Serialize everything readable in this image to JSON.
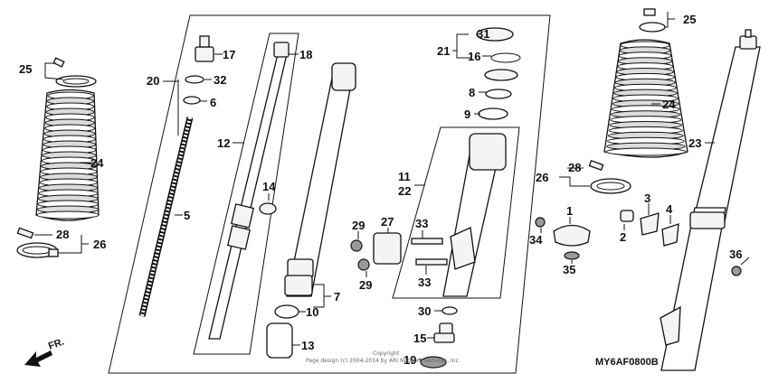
{
  "callouts": [
    {
      "id": "c1",
      "text": "1"
    },
    {
      "id": "c2",
      "text": "2"
    },
    {
      "id": "c3",
      "text": "3"
    },
    {
      "id": "c4",
      "text": "4"
    },
    {
      "id": "c5",
      "text": "5"
    },
    {
      "id": "c6",
      "text": "6"
    },
    {
      "id": "c7",
      "text": "7"
    },
    {
      "id": "c8",
      "text": "8"
    },
    {
      "id": "c9",
      "text": "9"
    },
    {
      "id": "c10",
      "text": "10"
    },
    {
      "id": "c11",
      "text": "11"
    },
    {
      "id": "c12",
      "text": "12"
    },
    {
      "id": "c13",
      "text": "13"
    },
    {
      "id": "c14",
      "text": "14"
    },
    {
      "id": "c15",
      "text": "15"
    },
    {
      "id": "c16",
      "text": "16"
    },
    {
      "id": "c17",
      "text": "17"
    },
    {
      "id": "c18",
      "text": "18"
    },
    {
      "id": "c19",
      "text": "19"
    },
    {
      "id": "c20",
      "text": "20"
    },
    {
      "id": "c21",
      "text": "21"
    },
    {
      "id": "c22",
      "text": "22"
    },
    {
      "id": "c23",
      "text": "23"
    },
    {
      "id": "c24a",
      "text": "24"
    },
    {
      "id": "c24b",
      "text": "24"
    },
    {
      "id": "c25a",
      "text": "25"
    },
    {
      "id": "c25b",
      "text": "25"
    },
    {
      "id": "c26a",
      "text": "26"
    },
    {
      "id": "c26b",
      "text": "26"
    },
    {
      "id": "c27",
      "text": "27"
    },
    {
      "id": "c28a",
      "text": "28"
    },
    {
      "id": "c28b",
      "text": "28"
    },
    {
      "id": "c29a",
      "text": "29"
    },
    {
      "id": "c29b",
      "text": "29"
    },
    {
      "id": "c30",
      "text": "30"
    },
    {
      "id": "c31",
      "text": "31"
    },
    {
      "id": "c32",
      "text": "32"
    },
    {
      "id": "c33a",
      "text": "33"
    },
    {
      "id": "c33b",
      "text": "33"
    },
    {
      "id": "c34",
      "text": "34"
    },
    {
      "id": "c35",
      "text": "35"
    },
    {
      "id": "c36",
      "text": "36"
    }
  ],
  "front_marker": "FR.",
  "diagram_code": "MY6AF0800B",
  "copyright": {
    "line1": "Copyright",
    "line2": "Page design (c) 2004-2014 by ARI Network Services, Inc."
  }
}
